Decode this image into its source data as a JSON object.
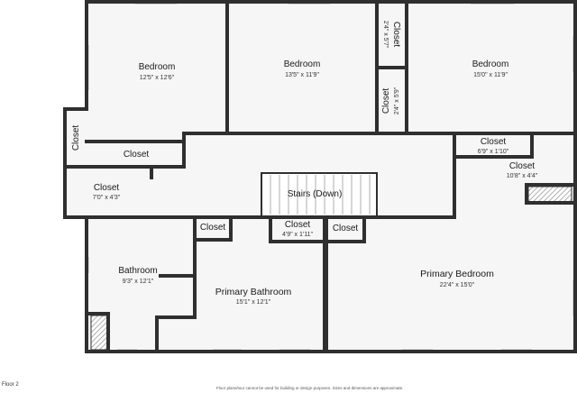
{
  "floor_label": "Floor 2",
  "disclaimer": "Floor plans/tour cannot be used for building or design purposes. Sizes and dimensions are approximate.",
  "rooms": {
    "bedroom_1": {
      "name": "Bedroom",
      "dims": "12'5\" x 12'6\""
    },
    "bedroom_2": {
      "name": "Bedroom",
      "dims": "13'5\" x 11'9\""
    },
    "bedroom_3": {
      "name": "Bedroom",
      "dims": "15'0\" x 11'9\""
    },
    "closet_top_1": {
      "name": "Closet",
      "dims": "2'4\" x 5'7\""
    },
    "closet_top_2": {
      "name": "Closet",
      "dims": "2'4\" x 5'9\""
    },
    "closet_left_vertical": {
      "name": "Closet"
    },
    "closet_left_horizontal": {
      "name": "Closet"
    },
    "closet_left_mid": {
      "name": "Closet",
      "dims": "7'0\" x 4'3\""
    },
    "closet_right_1": {
      "name": "Closet",
      "dims": "6'9\" x 1'10\""
    },
    "closet_right_2": {
      "name": "Closet",
      "dims": "10'8\" x 4'4\""
    },
    "stairs": {
      "name": "Stairs (Down)"
    },
    "closet_hall_1": {
      "name": "Closet"
    },
    "closet_hall_2": {
      "name": "Closet",
      "dims": "4'9\" x 1'11\""
    },
    "closet_hall_3": {
      "name": "Closet"
    },
    "bathroom": {
      "name": "Bathroom",
      "dims": "9'3\" x 12'1\""
    },
    "primary_bathroom": {
      "name": "Primary Bathroom",
      "dims": "15'1\" x 12'1\""
    },
    "primary_bedroom": {
      "name": "Primary Bedroom",
      "dims": "22'4\" x 15'0\""
    }
  },
  "colors": {
    "wall": "#2f2f2f",
    "floor": "#f6f6f6",
    "window": "#b8b8b8",
    "hatch": "#9a9a9a"
  }
}
